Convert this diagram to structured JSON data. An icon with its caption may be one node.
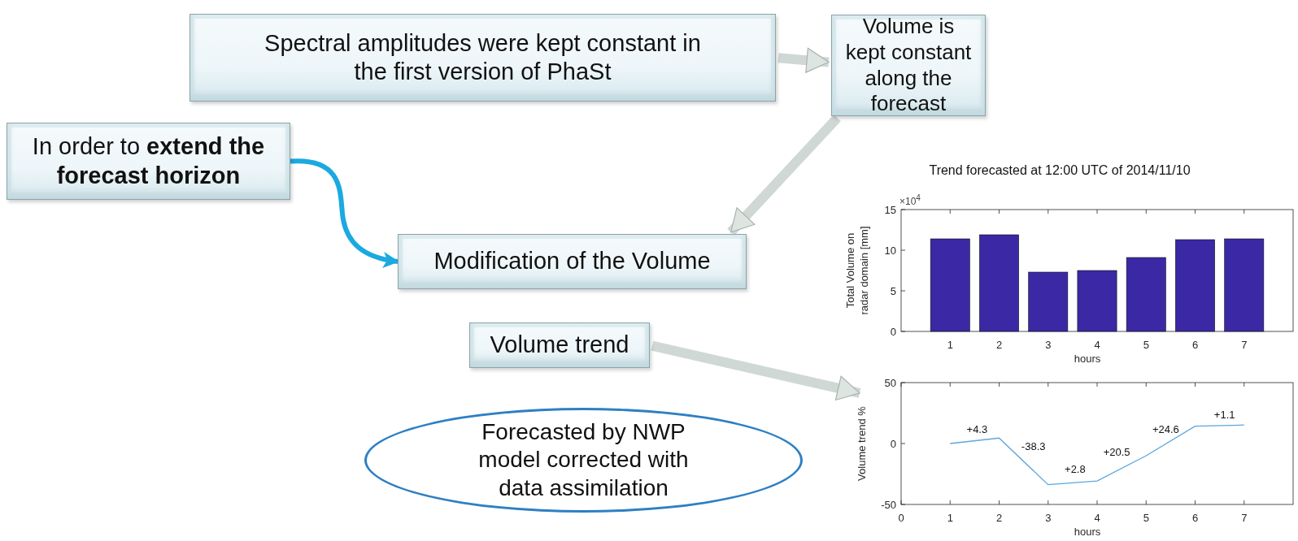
{
  "diagram": {
    "nodes": [
      {
        "text": [
          "Spectral amplitudes were kept constant in the first version of PhaSt"
        ]
      },
      {
        "text": [
          "Volume is kept constant along the forecast"
        ]
      },
      {
        "text": [
          "In order to **extend the forecast horizon**"
        ]
      },
      {
        "text": [
          "Modification of the Volume"
        ]
      },
      {
        "text": [
          "Volume trend"
        ]
      },
      {
        "text": [
          "Forecasted by NWP model corrected with data assimilation"
        ]
      },
      {
        "text": [],
        "shape": "chart"
      }
    ],
    "edges": [
      {
        "from": 0,
        "to": 1,
        "arrow": "to"
      },
      {
        "from": 1,
        "to": 3,
        "arrow": "to"
      },
      {
        "from": 2,
        "to": 3,
        "arrow": "to",
        "color": "#1ba9e0"
      },
      {
        "from": 4,
        "to": 6,
        "arrow": "to"
      }
    ],
    "labels": [
      "×10$^{4}$"
    ],
    "chart_data": [
      {
        "type": "bar",
        "title": "Trend forecasted at 12:00 UTC of 2014/11/10",
        "xlabel": "hours",
        "ylabel": "Total Volume on radar domain [mm]",
        "categories": [
          "1",
          "2",
          "3",
          "4",
          "5",
          "6",
          "7"
        ],
        "series": [
          {
            "color": "#3a28a5",
            "values": [
              11.4,
              11.9,
              7.3,
              7.5,
              9.1,
              11.3,
              11.4
            ]
          }
        ],
        "ylim": [
          0,
          15
        ],
        "yticks": [
          0,
          5,
          10,
          15
        ]
      },
      {
        "type": "line",
        "xlabel": "hours",
        "ylabel": "Volume trend %",
        "x": [
          1,
          2,
          3,
          4,
          5,
          6,
          7
        ],
        "series": [
          {
            "color": "#5aa6dd",
            "values": [
              0,
              4.5,
              -33.8,
              -30.8,
              -10,
              14.2,
              15.2
            ]
          }
        ],
        "xlim": [
          0,
          8
        ],
        "ylim": [
          -50,
          50
        ],
        "xticks": [
          0,
          1,
          2,
          3,
          4,
          5,
          6,
          7
        ],
        "yticks": [
          -50,
          0,
          50
        ],
        "annotations": [
          "+4.3",
          "-38.3",
          "+2.8",
          "+20.5",
          "+24.6",
          "+1.1"
        ]
      }
    ]
  }
}
